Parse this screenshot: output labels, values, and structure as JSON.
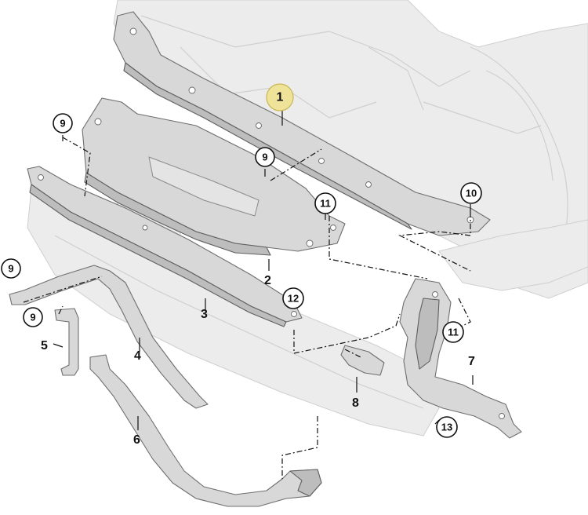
{
  "callouts": {
    "c1": "1",
    "c2": "2",
    "c3": "3",
    "c4": "4",
    "c5": "5",
    "c6": "6",
    "c7": "7",
    "c8": "8",
    "c9a": "9",
    "c9b": "9",
    "c9c": "9",
    "c9d": "9",
    "c10": "10",
    "c11a": "11",
    "c11b": "11",
    "c12": "12",
    "c13": "13"
  },
  "colors": {
    "highlight": "#efe39a",
    "part_fill": "#d8d8d8",
    "ghost_fill": "#ececec",
    "outline": "#111111"
  }
}
